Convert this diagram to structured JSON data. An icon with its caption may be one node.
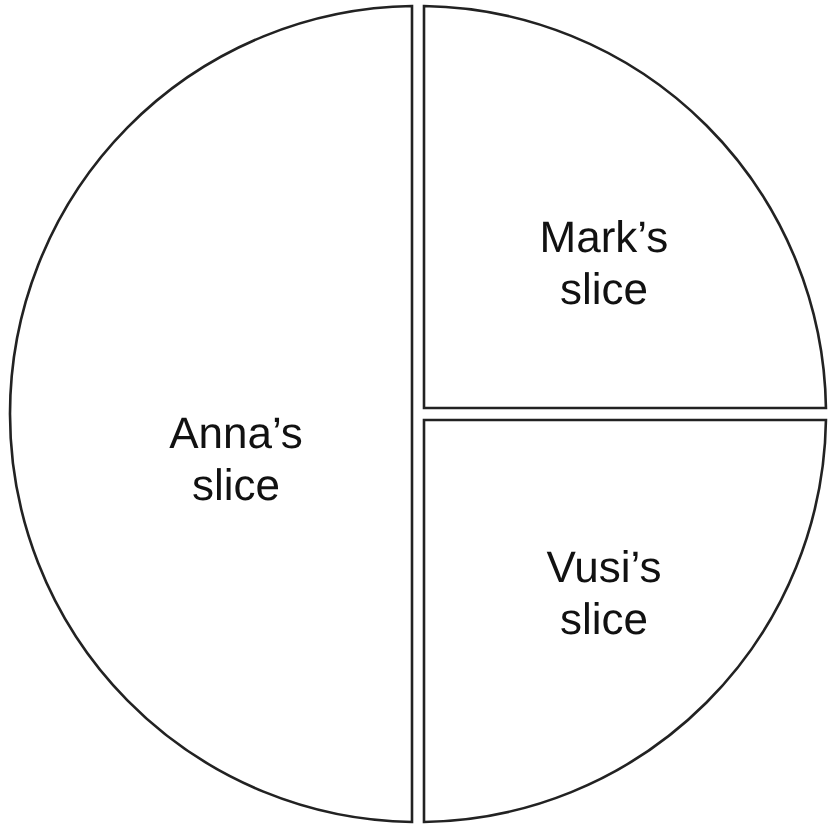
{
  "diagram": {
    "nodes": [
      {
        "text": [
          "Anna’s slice"
        ]
      },
      {
        "text": [
          "Mark’s slice"
        ]
      },
      {
        "text": [
          "Vusi’s slice"
        ]
      }
    ]
  }
}
